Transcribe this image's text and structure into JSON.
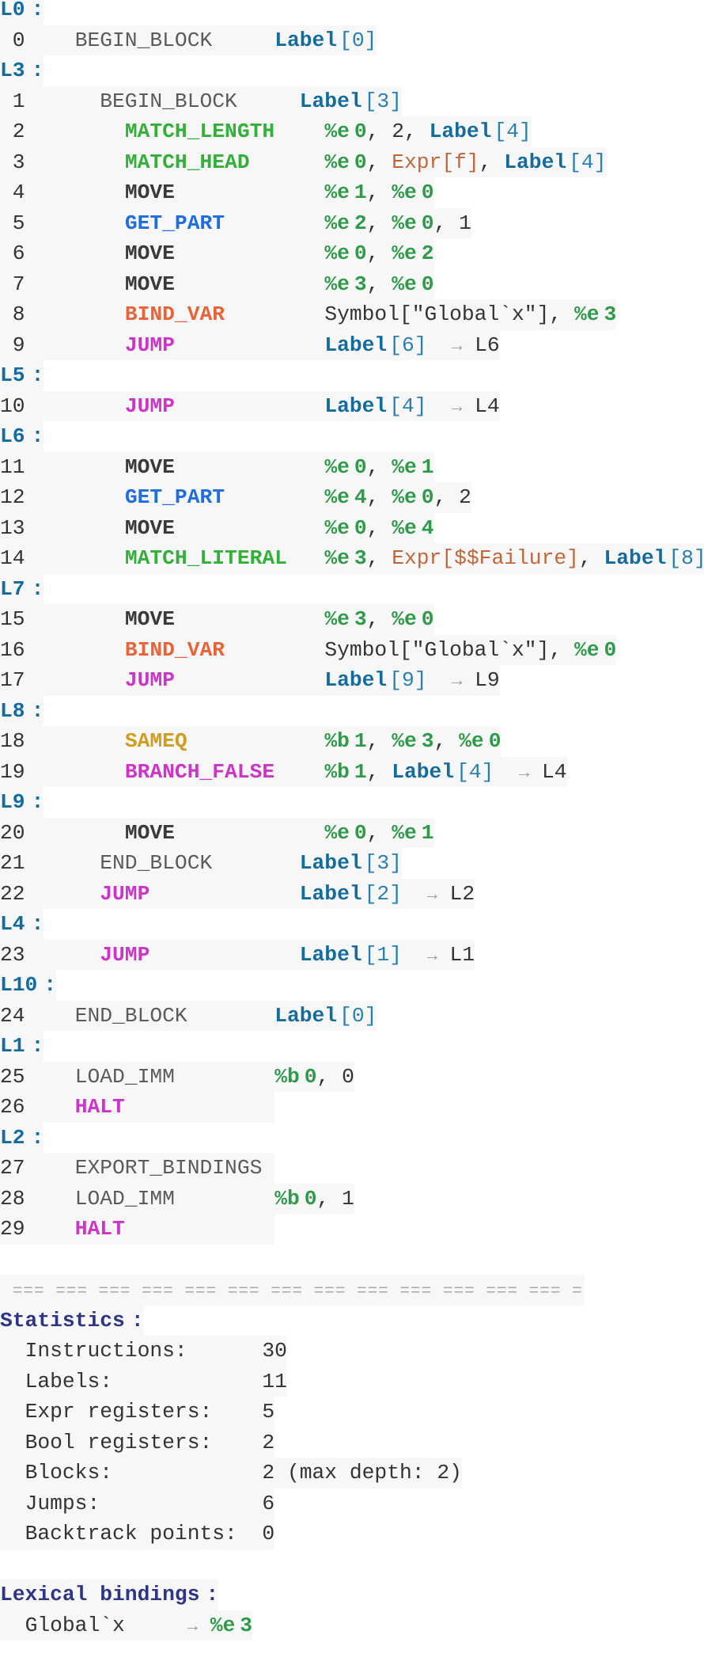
{
  "palette": {
    "label": "#136c9c",
    "plain": "#5b5b5b",
    "move": "#3a3a3a",
    "match": "#33b03a",
    "get_part": "#1f6ee0",
    "bind": "#e6643a",
    "jump": "#cc35c8",
    "sameq": "#d19d1f",
    "register": "#2f9a4a",
    "expr": "#c0663a",
    "section": "#2d3584"
  },
  "opcode_colors": {
    "BEGIN_BLOCK": "plain",
    "END_BLOCK": "plain",
    "LOAD_IMM": "plain",
    "EXPORT_BINDINGS": "plain",
    "MOVE": "move",
    "MATCH_LENGTH": "match",
    "MATCH_HEAD": "match",
    "MATCH_LITERAL": "match",
    "GET_PART": "get_part",
    "BIND_VAR": "bind",
    "JUMP": "jump",
    "BRANCH_FALSE": "jump",
    "HALT": "jump",
    "SAMEQ": "sameq"
  },
  "listing": [
    {
      "kind": "label",
      "name": "L0",
      "colon": ":"
    },
    {
      "kind": "instr",
      "n": " 0",
      "depth": 0,
      "op": "BEGIN_BLOCK",
      "args": [
        "Label",
        "[0]"
      ]
    },
    {
      "kind": "label",
      "name": "L3",
      "colon": ":"
    },
    {
      "kind": "instr",
      "n": " 1",
      "depth": 1,
      "op": "BEGIN_BLOCK",
      "args": [
        "Label",
        "[3]"
      ]
    },
    {
      "kind": "instr",
      "n": " 2",
      "depth": 2,
      "op": "MATCH_LENGTH",
      "args": [
        "%e0",
        ", ",
        "2",
        ", ",
        "Label",
        "[4]"
      ]
    },
    {
      "kind": "instr",
      "n": " 3",
      "depth": 2,
      "op": "MATCH_HEAD",
      "args": [
        "%e0",
        ", ",
        "Expr[f]",
        ", ",
        "Label",
        "[4]"
      ]
    },
    {
      "kind": "instr",
      "n": " 4",
      "depth": 2,
      "op": "MOVE",
      "args": [
        "%e1",
        ", ",
        "%e0"
      ]
    },
    {
      "kind": "instr",
      "n": " 5",
      "depth": 2,
      "op": "GET_PART",
      "args": [
        "%e2",
        ", ",
        "%e0",
        ", ",
        "1"
      ]
    },
    {
      "kind": "instr",
      "n": " 6",
      "depth": 2,
      "op": "MOVE",
      "args": [
        "%e0",
        ", ",
        "%e2"
      ]
    },
    {
      "kind": "instr",
      "n": " 7",
      "depth": 2,
      "op": "MOVE",
      "args": [
        "%e3",
        ", ",
        "%e0"
      ]
    },
    {
      "kind": "instr",
      "n": " 8",
      "depth": 2,
      "op": "BIND_VAR",
      "args": [
        "Symbol[\"Global`x\"]",
        ", ",
        "%e3"
      ]
    },
    {
      "kind": "instr",
      "n": " 9",
      "depth": 2,
      "op": "JUMP",
      "args": [
        "Label",
        "[6]"
      ],
      "arrow": "→",
      "target": "L6"
    },
    {
      "kind": "label",
      "name": "L5",
      "colon": ":"
    },
    {
      "kind": "instr",
      "n": "10",
      "depth": 2,
      "op": "JUMP",
      "args": [
        "Label",
        "[4]"
      ],
      "arrow": "→",
      "target": "L4"
    },
    {
      "kind": "label",
      "name": "L6",
      "colon": ":"
    },
    {
      "kind": "instr",
      "n": "11",
      "depth": 2,
      "op": "MOVE",
      "args": [
        "%e0",
        ", ",
        "%e1"
      ]
    },
    {
      "kind": "instr",
      "n": "12",
      "depth": 2,
      "op": "GET_PART",
      "args": [
        "%e4",
        ", ",
        "%e0",
        ", ",
        "2"
      ]
    },
    {
      "kind": "instr",
      "n": "13",
      "depth": 2,
      "op": "MOVE",
      "args": [
        "%e0",
        ", ",
        "%e4"
      ]
    },
    {
      "kind": "instr",
      "n": "14",
      "depth": 2,
      "op": "MATCH_LITERAL",
      "args": [
        "%e3",
        ", ",
        "Expr[$$Failure]",
        ", ",
        "Label",
        "[8]"
      ]
    },
    {
      "kind": "label",
      "name": "L7",
      "colon": ":"
    },
    {
      "kind": "instr",
      "n": "15",
      "depth": 2,
      "op": "MOVE",
      "args": [
        "%e3",
        ", ",
        "%e0"
      ]
    },
    {
      "kind": "instr",
      "n": "16",
      "depth": 2,
      "op": "BIND_VAR",
      "args": [
        "Symbol[\"Global`x\"]",
        ", ",
        "%e0"
      ]
    },
    {
      "kind": "instr",
      "n": "17",
      "depth": 2,
      "op": "JUMP",
      "args": [
        "Label",
        "[9]"
      ],
      "arrow": "→",
      "target": "L9"
    },
    {
      "kind": "label",
      "name": "L8",
      "colon": ":"
    },
    {
      "kind": "instr",
      "n": "18",
      "depth": 2,
      "op": "SAMEQ",
      "args": [
        "%b1",
        ", ",
        "%e3",
        ", ",
        "%e0"
      ]
    },
    {
      "kind": "instr",
      "n": "19",
      "depth": 2,
      "op": "BRANCH_FALSE",
      "args": [
        "%b1",
        ", ",
        "Label",
        "[4]"
      ],
      "arrow": "→",
      "target": "L4"
    },
    {
      "kind": "label",
      "name": "L9",
      "colon": ":"
    },
    {
      "kind": "instr",
      "n": "20",
      "depth": 2,
      "op": "MOVE",
      "args": [
        "%e0",
        ", ",
        "%e1"
      ]
    },
    {
      "kind": "instr",
      "n": "21",
      "depth": 1,
      "op": "END_BLOCK",
      "args": [
        "Label",
        "[3]"
      ]
    },
    {
      "kind": "instr",
      "n": "22",
      "depth": 1,
      "op": "JUMP",
      "args": [
        "Label",
        "[2]"
      ],
      "arrow": "→",
      "target": "L2"
    },
    {
      "kind": "label",
      "name": "L4",
      "colon": ":"
    },
    {
      "kind": "instr",
      "n": "23",
      "depth": 1,
      "op": "JUMP",
      "args": [
        "Label",
        "[1]"
      ],
      "arrow": "→",
      "target": "L1"
    },
    {
      "kind": "label",
      "name": "L10",
      "colon": ":"
    },
    {
      "kind": "instr",
      "n": "24",
      "depth": 0,
      "op": "END_BLOCK",
      "args": [
        "Label",
        "[0]"
      ]
    },
    {
      "kind": "label",
      "name": "L1",
      "colon": ":"
    },
    {
      "kind": "instr",
      "n": "25",
      "depth": 0,
      "op": "LOAD_IMM",
      "args": [
        "%b0",
        ", ",
        "0"
      ]
    },
    {
      "kind": "instr",
      "n": "26",
      "depth": 0,
      "op": "HALT",
      "args": []
    },
    {
      "kind": "label",
      "name": "L2",
      "colon": ":"
    },
    {
      "kind": "instr",
      "n": "27",
      "depth": 0,
      "op": "EXPORT_BINDINGS",
      "args": []
    },
    {
      "kind": "instr",
      "n": "28",
      "depth": 0,
      "op": "LOAD_IMM",
      "args": [
        "%b0",
        ", ",
        "1"
      ]
    },
    {
      "kind": "instr",
      "n": "29",
      "depth": 0,
      "op": "HALT",
      "args": []
    },
    {
      "kind": "blank"
    },
    {
      "kind": "separator",
      "text": "=== === === === === === === === === === === === === ="
    },
    {
      "kind": "section",
      "title": "Statistics",
      "colon": ":"
    },
    {
      "kind": "stat",
      "label": "Instructions:",
      "value": "30"
    },
    {
      "kind": "stat",
      "label": "Labels:",
      "value": "11"
    },
    {
      "kind": "stat",
      "label": "Expr registers:",
      "value": "5"
    },
    {
      "kind": "stat",
      "label": "Bool registers:",
      "value": "2"
    },
    {
      "kind": "stat",
      "label": "Blocks:",
      "value": "2 (max depth: 2)"
    },
    {
      "kind": "stat",
      "label": "Jumps:",
      "value": "6"
    },
    {
      "kind": "stat",
      "label": "Backtrack points:",
      "value": "0"
    },
    {
      "kind": "blank"
    },
    {
      "kind": "section",
      "title": "Lexical bindings",
      "colon": ":"
    },
    {
      "kind": "binding",
      "name": "Global`x",
      "arrow": "→",
      "register": "%e3"
    }
  ]
}
